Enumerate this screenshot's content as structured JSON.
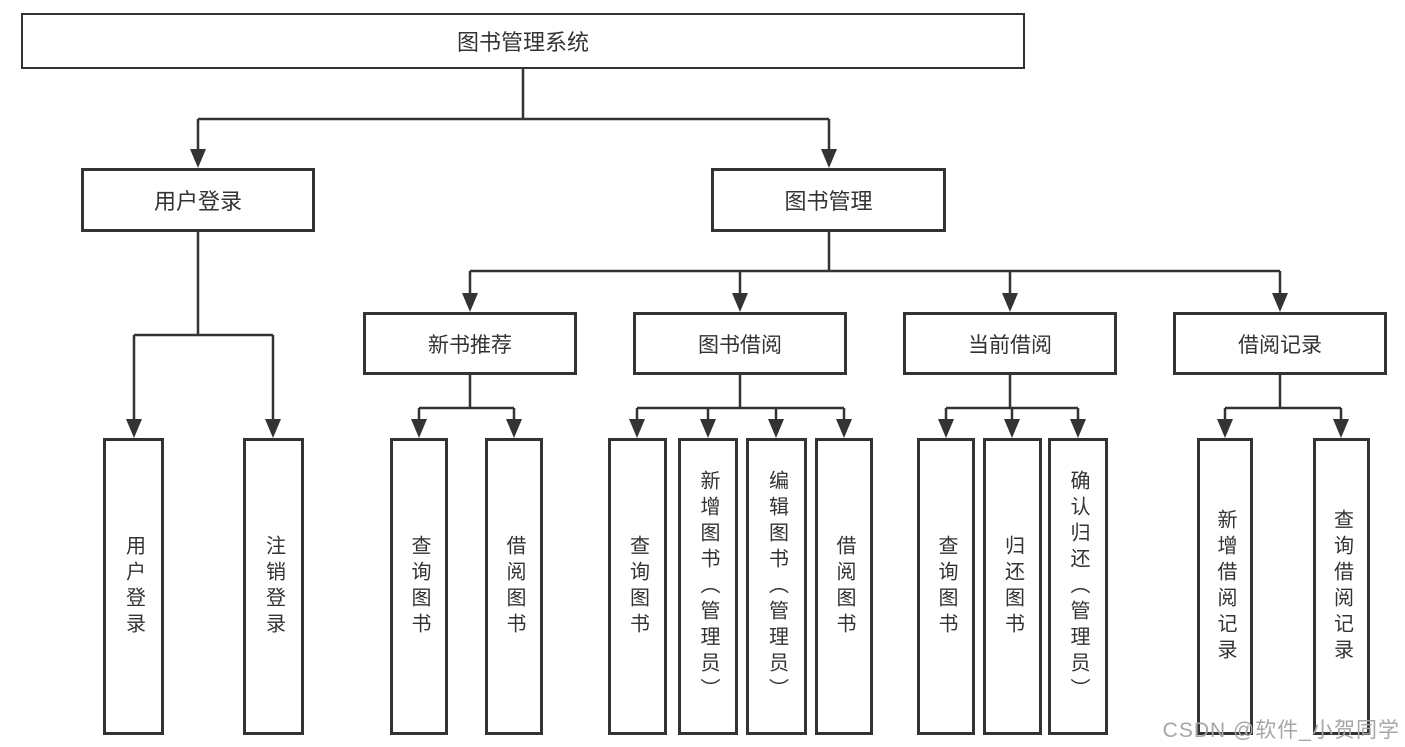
{
  "tree": {
    "label": "图书管理系统",
    "children": [
      {
        "label": "用户登录",
        "children": [
          {
            "label": "用户登录"
          },
          {
            "label": "注销登录"
          }
        ]
      },
      {
        "label": "图书管理",
        "children": [
          {
            "label": "新书推荐",
            "children": [
              {
                "label": "查询图书"
              },
              {
                "label": "借阅图书"
              }
            ]
          },
          {
            "label": "图书借阅",
            "children": [
              {
                "label": "查询图书"
              },
              {
                "label": "新增图书（管理员）"
              },
              {
                "label": "编辑图书（管理员）"
              },
              {
                "label": "借阅图书"
              }
            ]
          },
          {
            "label": "当前借阅",
            "children": [
              {
                "label": "查询图书"
              },
              {
                "label": "归还图书"
              },
              {
                "label": "确认归还（管理员）"
              }
            ]
          },
          {
            "label": "借阅记录",
            "children": [
              {
                "label": "新增借阅记录"
              },
              {
                "label": "查询借阅记录"
              }
            ]
          }
        ]
      }
    ]
  },
  "watermark": {
    "text": "CSDN @软件_小贺同学"
  },
  "colors": {
    "line": "#333333",
    "box_border": "#333333",
    "text": "#333333",
    "watermark_text": "#a6a6a6",
    "background": "#ffffff"
  }
}
